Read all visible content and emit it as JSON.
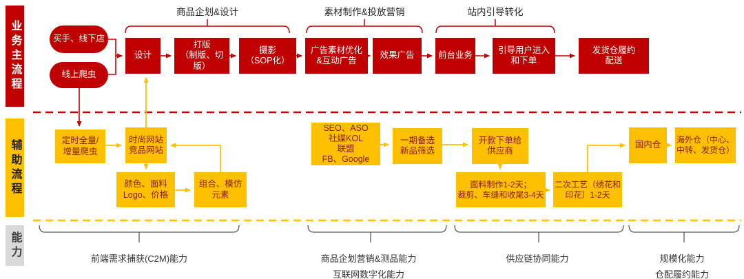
{
  "colors": {
    "primary_red": "#C00000",
    "primary_yellow": "#FFC000",
    "lane_gray": "#D9D9D9",
    "yellow_box_text": "#8B1A0E",
    "bracket_gray": "#595959"
  },
  "lanes": [
    {
      "label": "业务主流程"
    },
    {
      "label": "辅助流程"
    },
    {
      "label": "能力"
    }
  ],
  "top_groups": [
    {
      "label": "商品企划&设计"
    },
    {
      "label": "素材制作&投放营销"
    },
    {
      "label": "站内引导转化"
    }
  ],
  "main_flow": {
    "sources": [
      {
        "label": "买手、线下店"
      },
      {
        "label": "线上爬虫"
      }
    ],
    "steps": [
      {
        "label": "设计"
      },
      {
        "label": "打版\n（制版、切版）"
      },
      {
        "label": "摄影\n（SOP化）"
      },
      {
        "label": "广告素材优化\n&互动广告"
      },
      {
        "label": "效果广告"
      },
      {
        "label": "前台业务"
      },
      {
        "label": "引导用户进入\n和下单"
      },
      {
        "label": "发货仓履约\n配送"
      }
    ]
  },
  "aux_flow": {
    "crawler": {
      "label": "定时全量/\n增量爬虫"
    },
    "fashion_sites": {
      "label": "时尚网站\n竞品网站"
    },
    "attributes": {
      "label": "颜色、面料\nLogo、价格"
    },
    "combine": {
      "label": "组合、模仿\n元素"
    },
    "channels": {
      "label": "SEO、ASO\n社媒KOL\n联盟\nFB、Google"
    },
    "selection": {
      "label": "一期备选\n新品筛选"
    },
    "order": {
      "label": "开款下单给\n供应商"
    },
    "fabric": {
      "label": "面料制作1-2天；\n裁剪、车缝和收尾3-4天"
    },
    "secondary_craft": {
      "label": "二次工艺（绣花和\n印花）1-2天"
    },
    "domestic_warehouse": {
      "label": "国内仓"
    },
    "overseas_warehouse": {
      "label": "海外仓（中心、\n中转、发货仓）"
    }
  },
  "capabilities": [
    {
      "label": "前端需求捕获(C2M)能力"
    },
    {
      "label": "商品企划营销&测品能力\n互联网数字化能力"
    },
    {
      "label": "供应链协同能力"
    },
    {
      "label": "规模化能力\n仓配履约能力"
    }
  ]
}
